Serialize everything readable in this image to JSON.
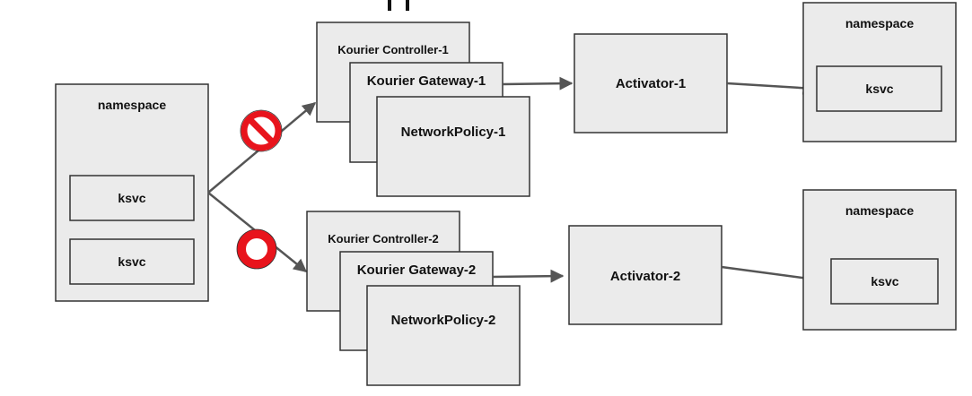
{
  "source_namespace": {
    "title": "namespace",
    "services": [
      "ksvc",
      "ksvc"
    ]
  },
  "stacks": [
    {
      "controller": "Kourier Controller-1",
      "gateway": "Kourier Gateway-1",
      "policy": "NetworkPolicy-1",
      "activator": "Activator-1",
      "link_status_icon": "blocked-icon"
    },
    {
      "controller": "Kourier Controller-2",
      "gateway": "Kourier Gateway-2",
      "policy": "NetworkPolicy-2",
      "activator": "Activator-2",
      "link_status_icon": "allowed-ring-icon"
    }
  ],
  "target_namespaces": [
    {
      "title": "namespace",
      "service": "ksvc"
    },
    {
      "title": "namespace",
      "service": "ksvc"
    }
  ],
  "colors": {
    "box_fill": "#ebebeb",
    "stroke": "#333333",
    "edge": "#555555",
    "status_red": "#e8141c"
  }
}
